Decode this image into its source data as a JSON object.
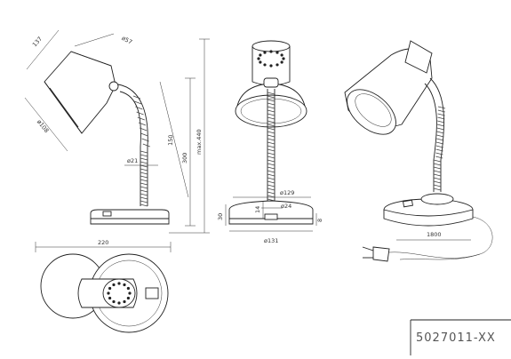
{
  "drawing": {
    "model_code": "5027011-XX",
    "dimensions": {
      "shade_length": "137",
      "shade_top_dia": "ø57",
      "shade_mouth_dia": "ø108",
      "arm_length": "150",
      "overall_height": "300",
      "max_height": "max.440",
      "neck_dia": "ø21",
      "base_top_dia": "ø129",
      "switch_dia": "ø24",
      "base_height": "30",
      "switch_height": "14",
      "foot_height": "8",
      "base_dia": "ø131",
      "plan_length": "220",
      "cable_length": "1800"
    }
  }
}
